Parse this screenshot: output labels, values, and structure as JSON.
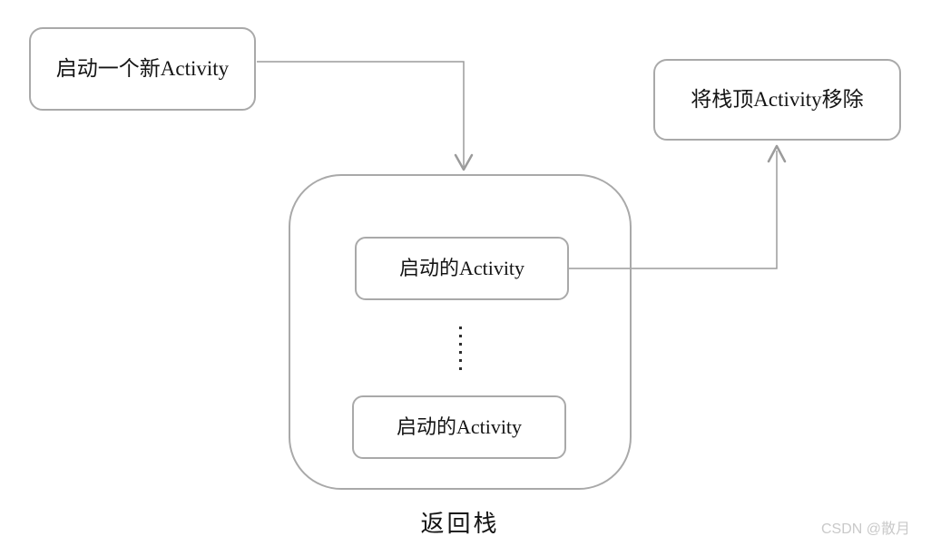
{
  "diagram": {
    "nodes": {
      "start": "启动一个新Activity",
      "remove_top": "将栈顶Activity移除",
      "stack_item_top": "启动的Activity",
      "stack_item_bottom": "启动的Activity"
    },
    "stack_label": "返回栈",
    "colors": {
      "box_border": "#a9a9a9",
      "connector_line": "#9b9b9b",
      "text": "#141414",
      "ellipsis_dots": "#2e2e2e"
    }
  },
  "watermark": {
    "text": "CSDN @散月",
    "color": "#c9c9c9"
  }
}
